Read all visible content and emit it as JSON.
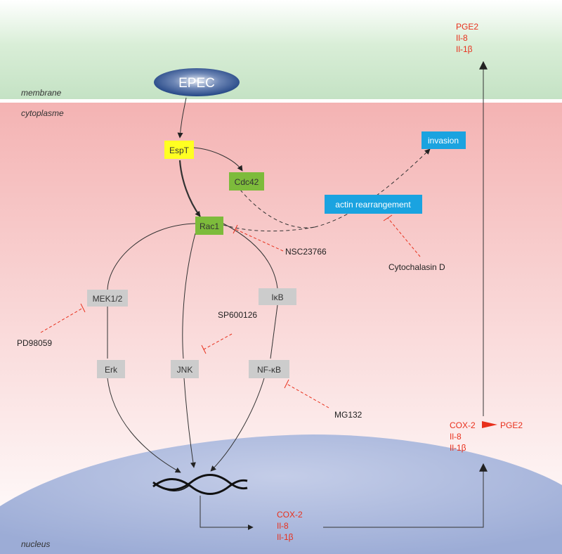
{
  "regions": {
    "membrane": "membrane",
    "cytoplasm": "cytoplasme",
    "nucleus": "nucleus"
  },
  "pathogen": "EPEC",
  "nodes": {
    "espt": "EspT",
    "cdc42": "Cdc42",
    "rac1": "Rac1",
    "actin": "actin rearrangement",
    "invasion": "invasion",
    "mek": "MEK1/2",
    "ikb": "IκB",
    "erk": "Erk",
    "jnk": "JNK",
    "nfkb": "NF-κB"
  },
  "inhibitors": {
    "nsc": "NSC23766",
    "cytochalasin": "Cytochalasin D",
    "pd": "PD98059",
    "sp": "SP600126",
    "mg": "MG132"
  },
  "outputs": {
    "nucleus_genes": [
      "COX-2",
      "Il-8",
      "Il-1β"
    ],
    "cytoplasm_products": [
      "COX-2",
      "PGE2",
      "Il-8",
      "Il-1β"
    ],
    "secreted": [
      "PGE2",
      "Il-8",
      "Il-1β"
    ]
  },
  "colors": {
    "membrane_band": "#cfe8cf",
    "cytoplasm_top": "#f5b8b8",
    "nucleus": "#a9b8dc",
    "espt_box": "#ffff22",
    "green_box": "#7dbb3b",
    "blue_box": "#1aa3e0",
    "grey_box": "#cccccc",
    "inhibitor_line": "#e8301c",
    "output_text": "#e8301c"
  }
}
